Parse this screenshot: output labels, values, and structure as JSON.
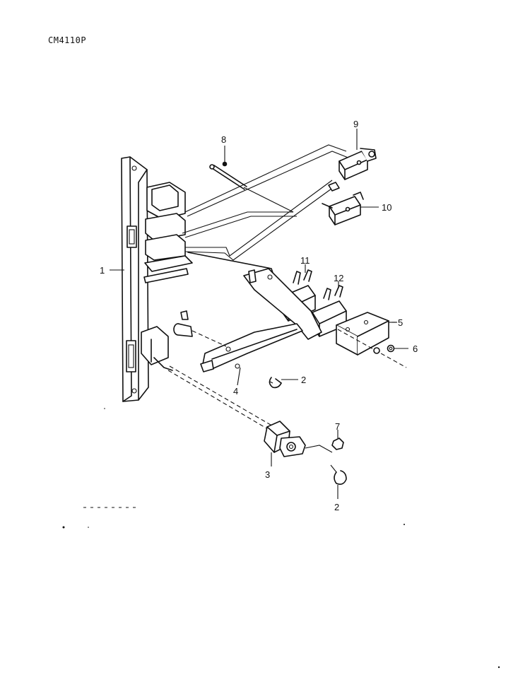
{
  "model_number": "CM4110P",
  "callouts": [
    {
      "id": "c1",
      "label": "1"
    },
    {
      "id": "c2a",
      "label": "2"
    },
    {
      "id": "c2b",
      "label": "2"
    },
    {
      "id": "c3",
      "label": "3"
    },
    {
      "id": "c4",
      "label": "4"
    },
    {
      "id": "c5",
      "label": "5"
    },
    {
      "id": "c6",
      "label": "6"
    },
    {
      "id": "c7",
      "label": "7"
    },
    {
      "id": "c8",
      "label": "8"
    },
    {
      "id": "c9",
      "label": "9"
    },
    {
      "id": "c10",
      "label": "10"
    },
    {
      "id": "c11",
      "label": "11"
    },
    {
      "id": "c12",
      "label": "12"
    }
  ]
}
